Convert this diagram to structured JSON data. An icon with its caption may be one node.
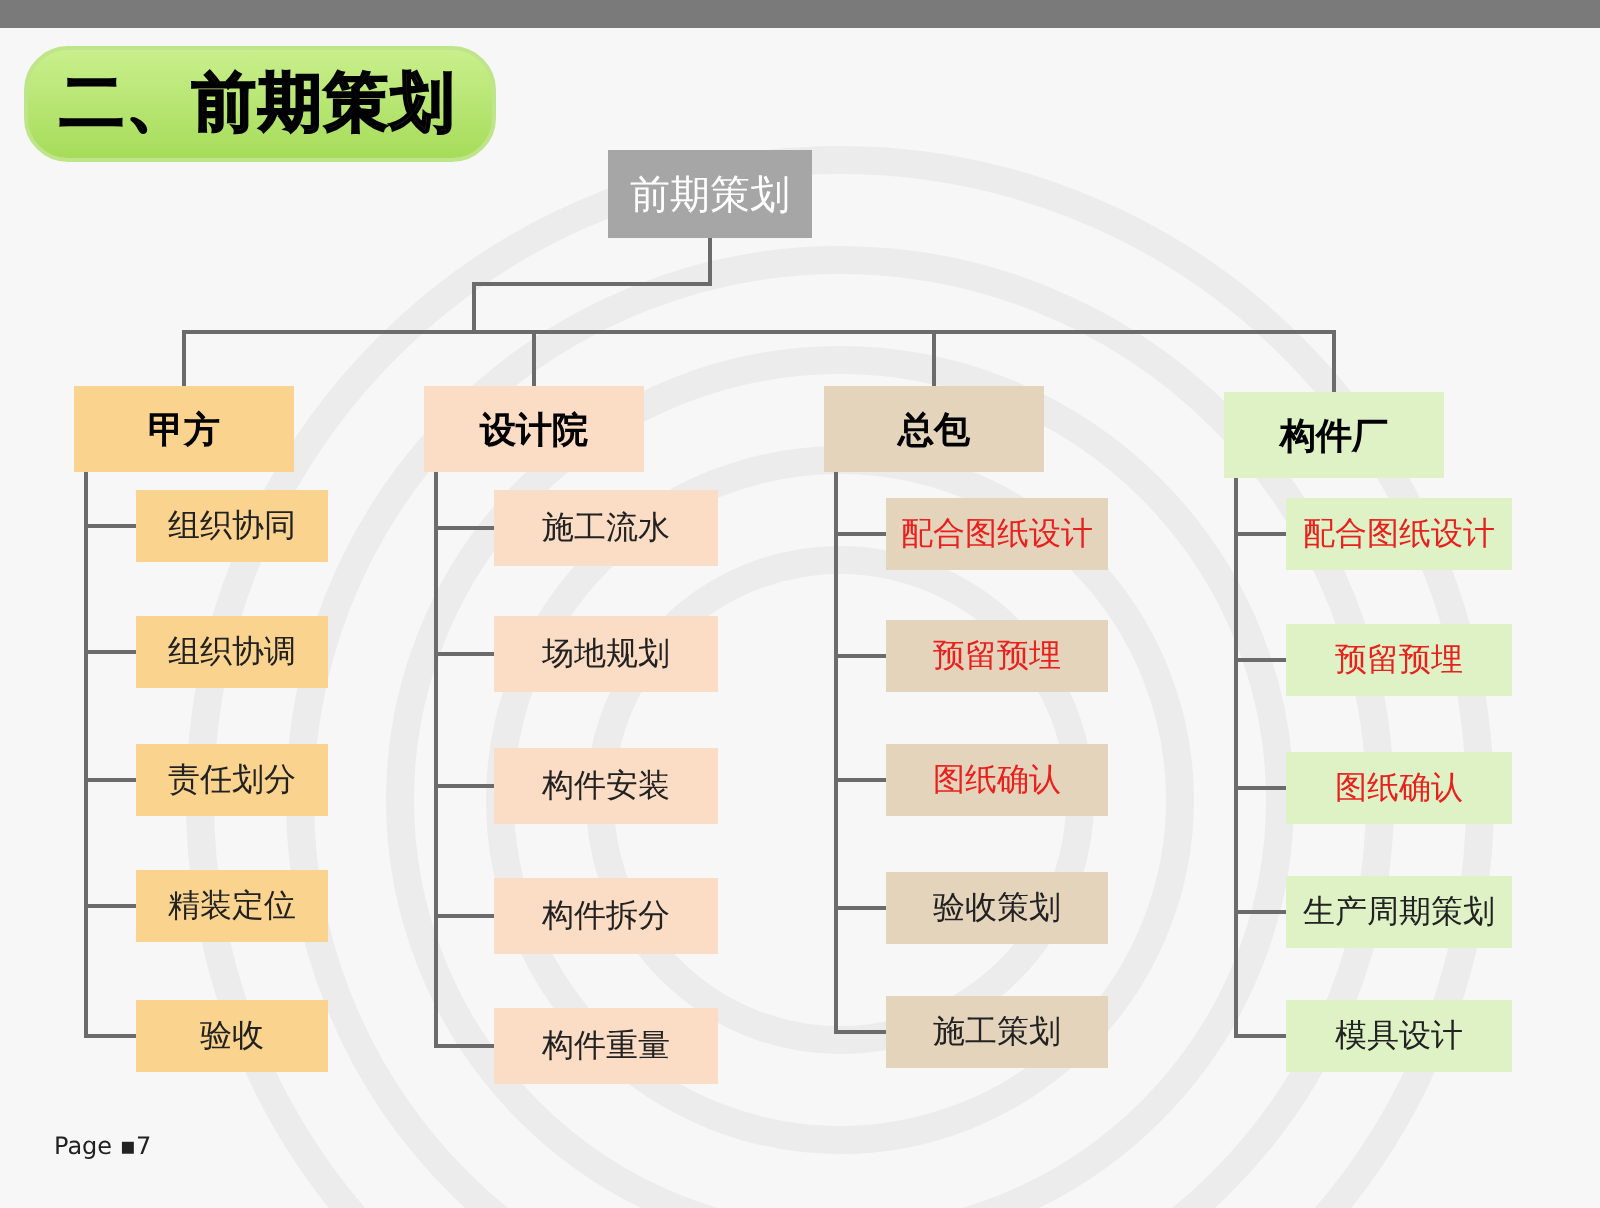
{
  "diagram": {
    "title": "二、前期策划",
    "nodes": [
      {
        "text": [
          "前期策划"
        ]
      },
      {
        "text": [
          "甲方"
        ]
      },
      {
        "text": [
          "组织协同"
        ]
      },
      {
        "text": [
          "组织协调"
        ]
      },
      {
        "text": [
          "责任划分"
        ]
      },
      {
        "text": [
          "精装定位"
        ]
      },
      {
        "text": [
          "验收"
        ]
      },
      {
        "text": [
          "设计院"
        ]
      },
      {
        "text": [
          "施工流水"
        ]
      },
      {
        "text": [
          "场地规划"
        ]
      },
      {
        "text": [
          "构件安装"
        ]
      },
      {
        "text": [
          "构件拆分"
        ]
      },
      {
        "text": [
          "构件重量"
        ]
      },
      {
        "text": [
          "总包"
        ]
      },
      {
        "text": [
          "配合图纸设计"
        ]
      },
      {
        "text": [
          "预留预埋"
        ]
      },
      {
        "text": [
          "图纸确认"
        ]
      },
      {
        "text": [
          "验收策划"
        ]
      },
      {
        "text": [
          "施工策划"
        ]
      },
      {
        "text": [
          "构件厂"
        ]
      },
      {
        "text": [
          "配合图纸设计"
        ]
      },
      {
        "text": [
          "预留预埋"
        ]
      },
      {
        "text": [
          "图纸确认"
        ]
      },
      {
        "text": [
          "生产周期策划"
        ]
      },
      {
        "text": [
          "模具设计"
        ]
      }
    ],
    "edges": [
      {
        "from": 0,
        "to": 1,
        "arrow": "none"
      },
      {
        "from": 0,
        "to": 7,
        "arrow": "none"
      },
      {
        "from": 0,
        "to": 13,
        "arrow": "none"
      },
      {
        "from": 0,
        "to": 19,
        "arrow": "none"
      },
      {
        "from": 1,
        "to": 2,
        "arrow": "none"
      },
      {
        "from": 1,
        "to": 3,
        "arrow": "none"
      },
      {
        "from": 1,
        "to": 4,
        "arrow": "none"
      },
      {
        "from": 1,
        "to": 5,
        "arrow": "none"
      },
      {
        "from": 1,
        "to": 6,
        "arrow": "none"
      },
      {
        "from": 7,
        "to": 8,
        "arrow": "none"
      },
      {
        "from": 7,
        "to": 9,
        "arrow": "none"
      },
      {
        "from": 7,
        "to": 10,
        "arrow": "none"
      },
      {
        "from": 7,
        "to": 11,
        "arrow": "none"
      },
      {
        "from": 7,
        "to": 12,
        "arrow": "none"
      },
      {
        "from": 13,
        "to": 14,
        "arrow": "none"
      },
      {
        "from": 13,
        "to": 15,
        "arrow": "none"
      },
      {
        "from": 13,
        "to": 16,
        "arrow": "none"
      },
      {
        "from": 13,
        "to": 17,
        "arrow": "none"
      },
      {
        "from": 13,
        "to": 18,
        "arrow": "none"
      },
      {
        "from": 19,
        "to": 20,
        "arrow": "none"
      },
      {
        "from": 19,
        "to": 21,
        "arrow": "none"
      },
      {
        "from": 19,
        "to": 22,
        "arrow": "none"
      },
      {
        "from": 19,
        "to": 23,
        "arrow": "none"
      },
      {
        "from": 19,
        "to": 24,
        "arrow": "none"
      }
    ],
    "labels": [
      "Page ▪7"
    ]
  }
}
